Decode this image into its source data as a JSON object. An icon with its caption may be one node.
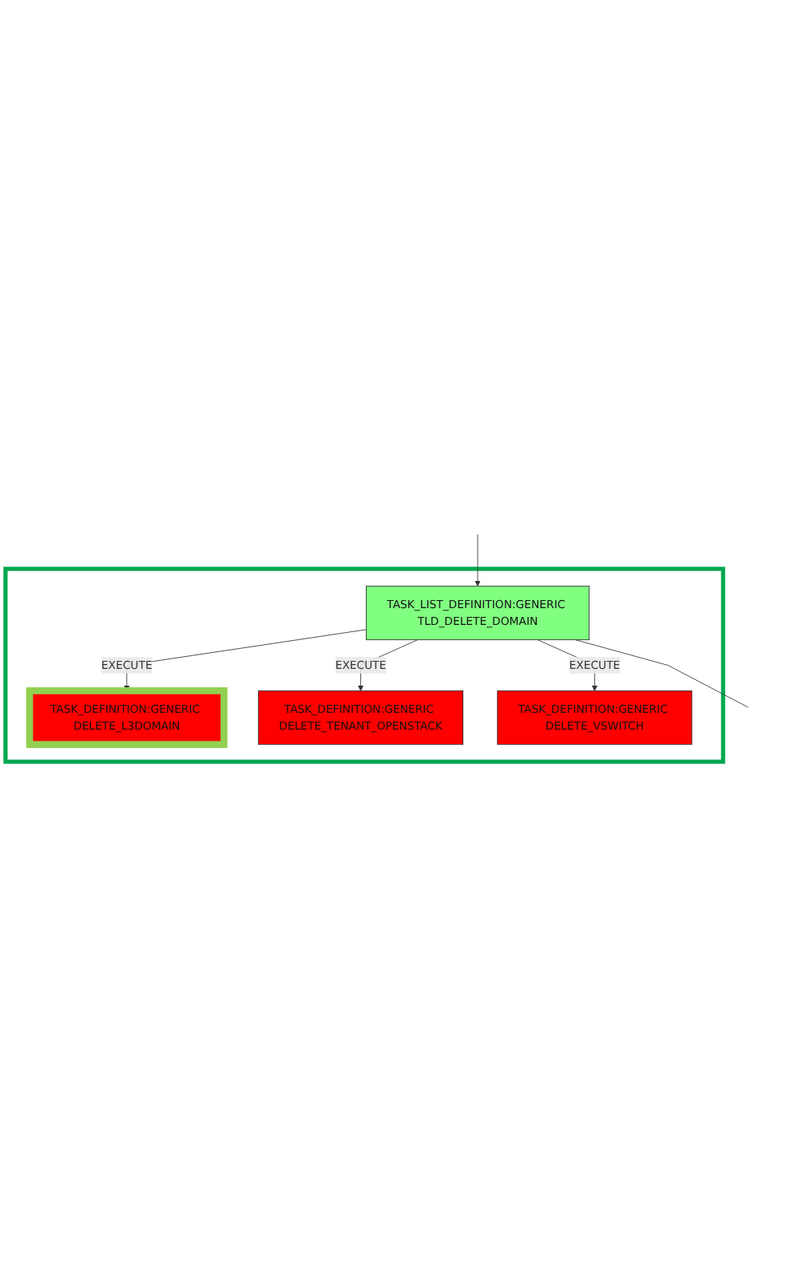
{
  "diagram": {
    "nodes": [
      {
        "text": [],
        "shape": "box"
      },
      {
        "text": [
          "TASK_LIST_DEFINITION:GENERIC TLD_DELETE_DOMAIN"
        ],
        "in": 0
      },
      {
        "text": [
          "TASK_DEFINITION:GENERIC DELETE_L3DOMAIN"
        ],
        "in": 0
      },
      {
        "text": [
          "TASK_DEFINITION:GENERIC DELETE_TENANT_OPENSTACK"
        ],
        "in": 0
      },
      {
        "text": [
          "TASK_DEFINITION:GENERIC DELETE_VSWITCH"
        ],
        "in": 0
      }
    ],
    "edges": [
      {
        "from": 1,
        "to": null,
        "arrow": "none"
      },
      {
        "from": null,
        "to": 1,
        "arrow": "to"
      },
      {
        "from": 1,
        "to": 2,
        "arrow": "to",
        "label": "EXECUTE"
      },
      {
        "from": 1,
        "to": 3,
        "arrow": "to",
        "label": "EXECUTE"
      },
      {
        "from": 1,
        "to": 4,
        "arrow": "to",
        "label": "EXECUTE"
      }
    ]
  }
}
